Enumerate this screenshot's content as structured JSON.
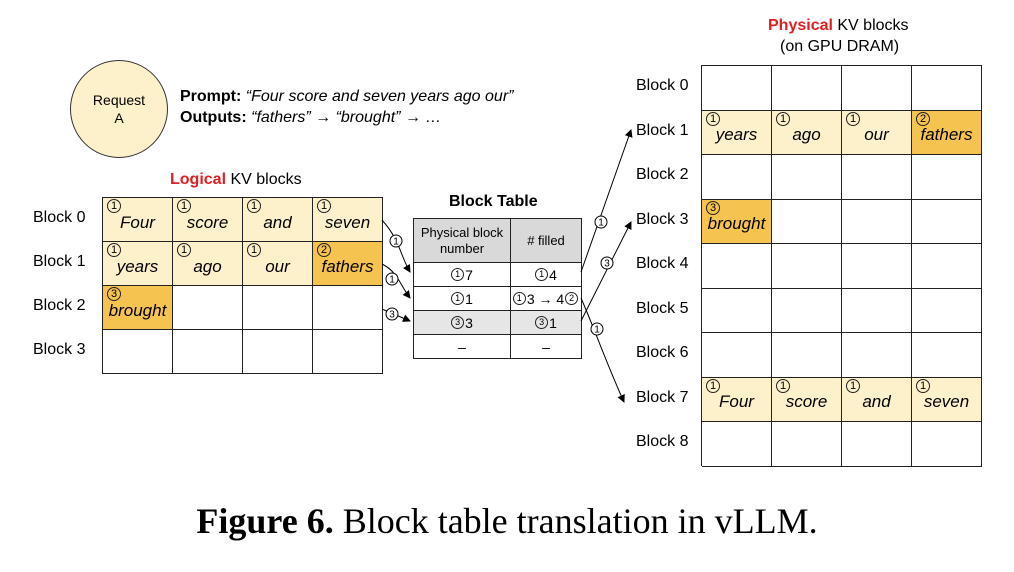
{
  "request": {
    "line1": "Request",
    "line2": "A"
  },
  "prompt": {
    "prompt_label": "Prompt:",
    "prompt_text": "“Four score and seven years ago our”",
    "outputs_label": "Outputs:",
    "outputs_text": "“fathers” → “brought” → …"
  },
  "logical": {
    "title_red": "Logical",
    "title_rest": " KV blocks",
    "row_labels": [
      "Block 0",
      "Block 1",
      "Block 2",
      "Block 3"
    ],
    "rows": [
      [
        {
          "n": "1",
          "w": "Four",
          "f": 1
        },
        {
          "n": "1",
          "w": "score",
          "f": 1
        },
        {
          "n": "1",
          "w": "and",
          "f": 1
        },
        {
          "n": "1",
          "w": "seven",
          "f": 1
        }
      ],
      [
        {
          "n": "1",
          "w": "years",
          "f": 1
        },
        {
          "n": "1",
          "w": "ago",
          "f": 1
        },
        {
          "n": "1",
          "w": "our",
          "f": 1
        },
        {
          "n": "2",
          "w": "fathers",
          "f": 2
        }
      ],
      [
        {
          "n": "3",
          "w": "brought",
          "f": 2
        },
        {
          "n": "",
          "w": "",
          "f": 0
        },
        {
          "n": "",
          "w": "",
          "f": 0
        },
        {
          "n": "",
          "w": "",
          "f": 0
        }
      ],
      [
        {
          "n": "",
          "w": "",
          "f": 0
        },
        {
          "n": "",
          "w": "",
          "f": 0
        },
        {
          "n": "",
          "w": "",
          "f": 0
        },
        {
          "n": "",
          "w": "",
          "f": 0
        }
      ]
    ]
  },
  "block_table": {
    "title": "Block Table",
    "header_col1": "Physical block number",
    "header_col2": "# filled",
    "rows": [
      {
        "pn": "1",
        "pv": "7",
        "fn": "1",
        "fv": "4",
        "fextra": ""
      },
      {
        "pn": "1",
        "pv": "1",
        "fn": "1",
        "fv": "3 → 4",
        "fextra": "2"
      },
      {
        "pn": "3",
        "pv": "3",
        "fn": "3",
        "fv": "1",
        "fextra": ""
      },
      {
        "pn": "",
        "pv": "–",
        "fn": "",
        "fv": "–",
        "fextra": ""
      }
    ]
  },
  "physical": {
    "title_red": "Physical",
    "title_rest": " KV blocks",
    "subtitle": "(on GPU DRAM)",
    "row_labels": [
      "Block 0",
      "Block 1",
      "Block 2",
      "Block 3",
      "Block 4",
      "Block 5",
      "Block 6",
      "Block 7",
      "Block 8"
    ],
    "rows": [
      [
        {
          "n": "",
          "w": "",
          "f": 0
        },
        {
          "n": "",
          "w": "",
          "f": 0
        },
        {
          "n": "",
          "w": "",
          "f": 0
        },
        {
          "n": "",
          "w": "",
          "f": 0
        }
      ],
      [
        {
          "n": "1",
          "w": "years",
          "f": 1
        },
        {
          "n": "1",
          "w": "ago",
          "f": 1
        },
        {
          "n": "1",
          "w": "our",
          "f": 1
        },
        {
          "n": "2",
          "w": "fathers",
          "f": 2
        }
      ],
      [
        {
          "n": "",
          "w": "",
          "f": 0
        },
        {
          "n": "",
          "w": "",
          "f": 0
        },
        {
          "n": "",
          "w": "",
          "f": 0
        },
        {
          "n": "",
          "w": "",
          "f": 0
        }
      ],
      [
        {
          "n": "3",
          "w": "brought",
          "f": 2
        },
        {
          "n": "",
          "w": "",
          "f": 0
        },
        {
          "n": "",
          "w": "",
          "f": 0
        },
        {
          "n": "",
          "w": "",
          "f": 0
        }
      ],
      [
        {
          "n": "",
          "w": "",
          "f": 0
        },
        {
          "n": "",
          "w": "",
          "f": 0
        },
        {
          "n": "",
          "w": "",
          "f": 0
        },
        {
          "n": "",
          "w": "",
          "f": 0
        }
      ],
      [
        {
          "n": "",
          "w": "",
          "f": 0
        },
        {
          "n": "",
          "w": "",
          "f": 0
        },
        {
          "n": "",
          "w": "",
          "f": 0
        },
        {
          "n": "",
          "w": "",
          "f": 0
        }
      ],
      [
        {
          "n": "",
          "w": "",
          "f": 0
        },
        {
          "n": "",
          "w": "",
          "f": 0
        },
        {
          "n": "",
          "w": "",
          "f": 0
        },
        {
          "n": "",
          "w": "",
          "f": 0
        }
      ],
      [
        {
          "n": "1",
          "w": "Four",
          "f": 1
        },
        {
          "n": "1",
          "w": "score",
          "f": 1
        },
        {
          "n": "1",
          "w": "and",
          "f": 1
        },
        {
          "n": "1",
          "w": "seven",
          "f": 1
        }
      ],
      [
        {
          "n": "",
          "w": "",
          "f": 0
        },
        {
          "n": "",
          "w": "",
          "f": 0
        },
        {
          "n": "",
          "w": "",
          "f": 0
        },
        {
          "n": "",
          "w": "",
          "f": 0
        }
      ]
    ]
  },
  "arrow_labels": [
    "1",
    "1",
    "3",
    "1",
    "3",
    "1"
  ],
  "caption": {
    "bold": "Figure 6.",
    "rest": " Block table translation in vLLM."
  }
}
